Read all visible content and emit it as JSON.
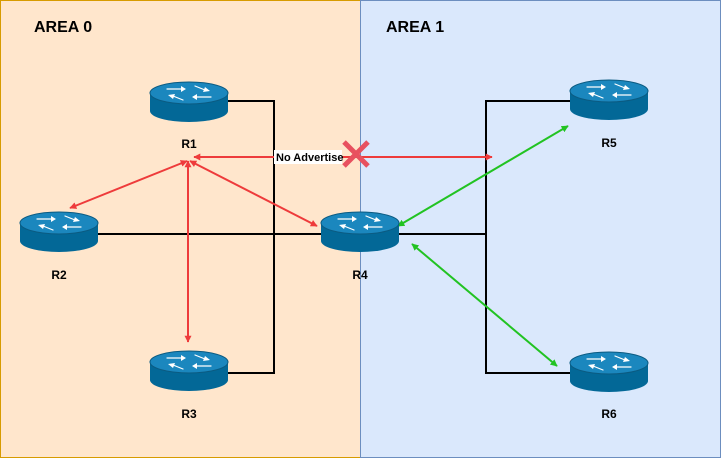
{
  "areas": [
    {
      "id": "area0",
      "label": "AREA 0",
      "fill": "#FFE6CC",
      "stroke": "#D79B00"
    },
    {
      "id": "area1",
      "label": "AREA 1",
      "fill": "#DAE8FC",
      "stroke": "#6C8EBF"
    }
  ],
  "routers": [
    {
      "id": "R1",
      "label": "R1"
    },
    {
      "id": "R2",
      "label": "R2"
    },
    {
      "id": "R3",
      "label": "R3"
    },
    {
      "id": "R4",
      "label": "R4"
    },
    {
      "id": "R5",
      "label": "R5"
    },
    {
      "id": "R6",
      "label": "R6"
    }
  ],
  "router_colors": {
    "body": "#036897",
    "top": "#1B87BE",
    "arrows": "#ffffff"
  },
  "links": {
    "physical_color": "#000000"
  },
  "adjacencies": {
    "area0_color": "#EE3B3B",
    "area1_color": "#22C322",
    "pairs": [
      {
        "from": "R1",
        "to": "R2",
        "area": "AREA 0"
      },
      {
        "from": "R1",
        "to": "R3",
        "area": "AREA 0"
      },
      {
        "from": "R1",
        "to": "R4",
        "area": "AREA 0"
      },
      {
        "from": "R4",
        "to": "R5",
        "area": "AREA 1"
      },
      {
        "from": "R4",
        "to": "R6",
        "area": "AREA 1"
      }
    ]
  },
  "blocked_advertisement": {
    "label": "No Advertise",
    "from": "R1",
    "to": "AREA 1",
    "marker": "x-mark-icon",
    "marker_color": "#E8515F"
  }
}
